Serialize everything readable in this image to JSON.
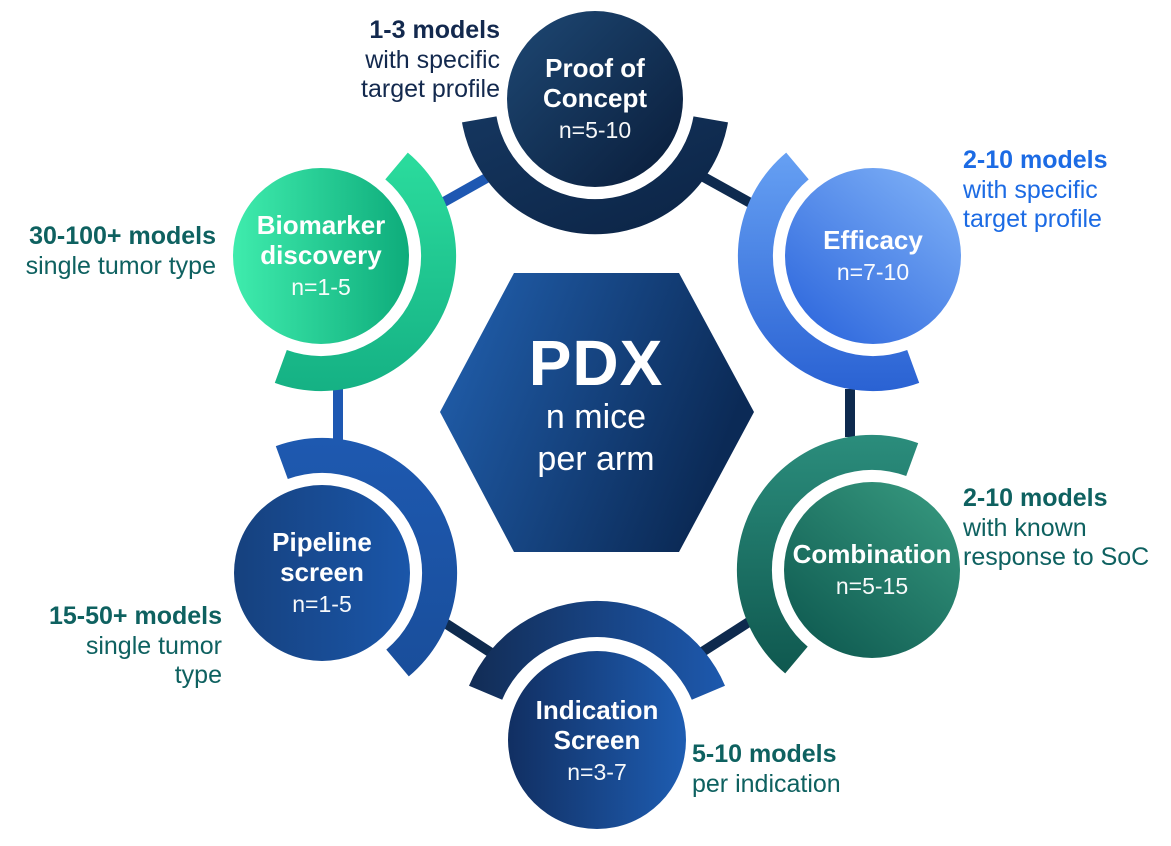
{
  "center": {
    "title": "PDX",
    "subtitle_lines": [
      "n mice",
      "per arm"
    ]
  },
  "nodes": [
    {
      "id": "proof-of-concept",
      "title_lines": [
        "Proof of",
        "Concept"
      ],
      "n": "n=5-10",
      "note_lines": [
        "1-3 models",
        "with specific",
        "target profile"
      ]
    },
    {
      "id": "efficacy",
      "title_lines": [
        "Efficacy"
      ],
      "n": "n=7-10",
      "note_lines": [
        "2-10 models",
        "with specific",
        "target profile"
      ]
    },
    {
      "id": "combination",
      "title_lines": [
        "Combination"
      ],
      "n": "n=5-15",
      "note_lines": [
        "2-10 models",
        "with known",
        "response to SoC"
      ]
    },
    {
      "id": "indication-screen",
      "title_lines": [
        "Indication",
        "Screen"
      ],
      "n": "n=3-7",
      "note_lines": [
        "5-10 models",
        "per indication"
      ]
    },
    {
      "id": "pipeline-screen",
      "title_lines": [
        "Pipeline",
        "screen"
      ],
      "n": "n=1-5",
      "note_lines": [
        "15-50+ models",
        "single tumor",
        "type"
      ]
    },
    {
      "id": "biomarker-discovery",
      "title_lines": [
        "Biomarker",
        "discovery"
      ],
      "n": "n=1-5",
      "note_lines": [
        "30-100+ models",
        "single tumor type"
      ]
    }
  ],
  "palette": {
    "connector_navy": "#0E2A4E",
    "connector_blue": "#1E58B2",
    "poc_circle": [
      "#1E4874",
      "#091C39"
    ],
    "poc_arc": [
      "#15365F",
      "#0B2344"
    ],
    "eff_circle": [
      "#7FB1F7",
      "#2B65DC"
    ],
    "eff_arc": [
      "#66A0F3",
      "#2A62D3"
    ],
    "com_circle": [
      "#37997F",
      "#0D584F"
    ],
    "com_arc": [
      "#2B8D7C",
      "#0F584F"
    ],
    "ind_circle": [
      "#112F62",
      "#1E5DB2"
    ],
    "ind_arc": [
      "#122C55",
      "#1D59AE"
    ],
    "pip_circle": [
      "#16417E",
      "#1A56A9"
    ],
    "pip_arc": [
      "#1E59B0",
      "#194E9B"
    ],
    "bio_circle": [
      "#3FECAD",
      "#0EAC7B"
    ],
    "bio_arc": [
      "#2BDC9D",
      "#15B184"
    ],
    "hex": [
      "#2262B2",
      "#0B2A56"
    ],
    "text_navy": "#13294E",
    "text_blue": "#1C6BE4",
    "text_teal": "#0E6160"
  }
}
